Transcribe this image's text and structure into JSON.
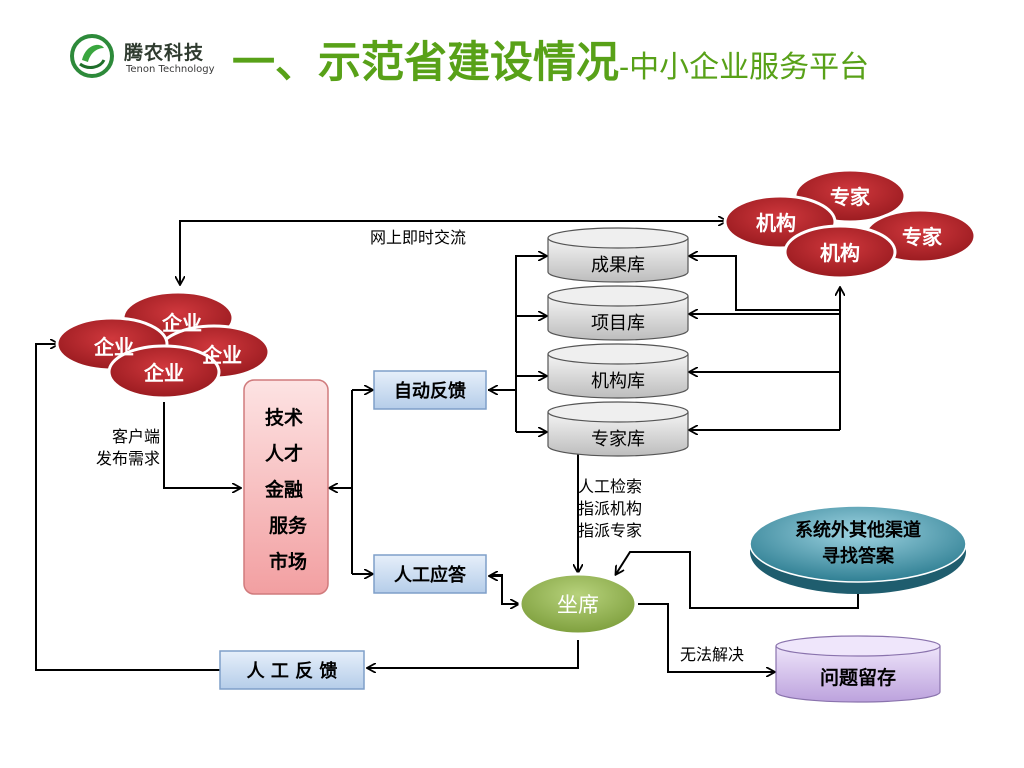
{
  "header": {
    "logo_cn": "腾农科技",
    "logo_en": "Tenon Technology",
    "title_main": "一、示范省建设情况",
    "title_sub": "-中小企业服务平台"
  },
  "diagram": {
    "enterprise_labels": [
      "企业",
      "企业",
      "企业",
      "企业"
    ],
    "expert_org_labels": [
      "专家",
      "机构",
      "专家",
      "机构"
    ],
    "market_lines": [
      "技术",
      "人才",
      "金融",
      "服务",
      "市场"
    ],
    "databases": [
      "成果库",
      "项目库",
      "机构库",
      "专家库"
    ],
    "auto_feedback": "自动反馈",
    "manual_answer": "人工应答",
    "manual_feedback": "人 工 反 馈",
    "seat": "坐席",
    "other_channels_line1": "系统外其他渠道",
    "other_channels_line2": "寻找答案",
    "problem_store": "问题留存",
    "online_chat": "网上即时交流",
    "client_publish_line1": "客户端",
    "client_publish_line2": "发布需求",
    "search_line1": "人工检索",
    "search_line2": "指派机构",
    "search_line3": "指派专家",
    "unsolved": "无法解决"
  },
  "colors": {
    "title_green": "#58a118",
    "red_bubble": "#b32025",
    "market_pink": "#f6b7b8",
    "blue_box": "#c8dbf3",
    "seat_green": "#9bbb59",
    "teal_ellipse": "#2f7f93",
    "purple_cylinder": "#cdb8e6",
    "gray_cylinder": "#d6d6d6"
  }
}
